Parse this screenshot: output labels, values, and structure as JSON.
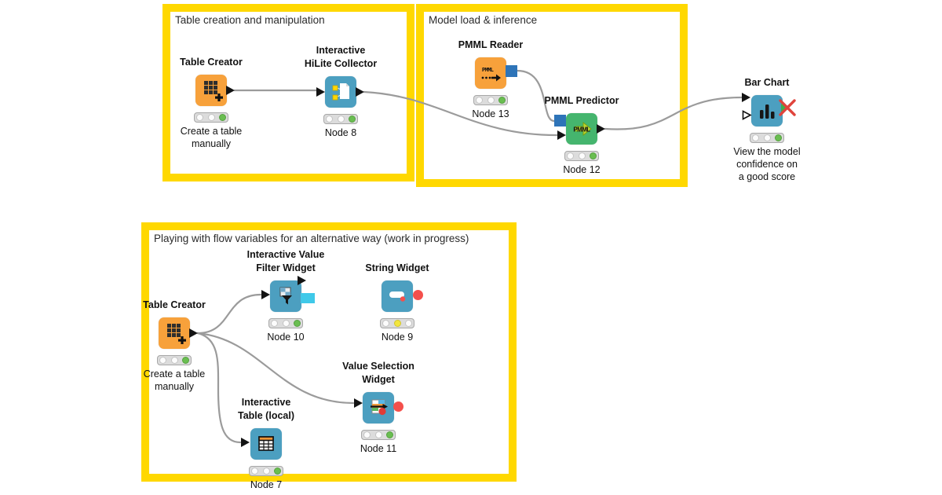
{
  "app": {
    "type": "KNIME workflow editor canvas"
  },
  "annotations": [
    {
      "title": "Table creation and manipulation",
      "border_color": "#FFD800"
    },
    {
      "title": "Model load & inference",
      "border_color": "#FFD800"
    },
    {
      "title": "Playing with flow variables for an alternative way (work in progress)",
      "border_color": "#FFD800"
    }
  ],
  "nodes": [
    {
      "name": "Table Creator",
      "annotation": "Create a table\nmanually",
      "status": "executed",
      "icon": "table-plus-icon",
      "color": "#F7A13B"
    },
    {
      "name": "Interactive\nHiLite Collector",
      "annotation": "Node 8",
      "status": "executed",
      "icon": "hilite-collector-icon",
      "color": "#4C9FC0"
    },
    {
      "name": "PMML Reader",
      "annotation": "Node 13",
      "status": "executed",
      "icon": "pmml-reader-icon",
      "color": "#F7A13B"
    },
    {
      "name": "PMML Predictor",
      "annotation": "Node 12",
      "status": "executed",
      "icon": "pmml-predictor-icon",
      "color": "#45B56E"
    },
    {
      "name": "Bar Chart",
      "annotation": "View the model\nconfidence on\na good score",
      "status": "executed",
      "icon": "bar-chart-icon",
      "color": "#4C9FC0"
    },
    {
      "name": "Table Creator",
      "annotation": "Create a table\nmanually",
      "status": "executed",
      "icon": "table-plus-icon",
      "color": "#F7A13B"
    },
    {
      "name": "Interactive Value\nFilter Widget",
      "annotation": "Node 10",
      "status": "executed",
      "icon": "value-filter-icon",
      "color": "#4C9FC0"
    },
    {
      "name": "String Widget",
      "annotation": "Node 9",
      "status": "configured",
      "icon": "string-widget-icon",
      "color": "#4C9FC0"
    },
    {
      "name": "Value Selection\nWidget",
      "annotation": "Node 11",
      "status": "executed",
      "icon": "value-selection-icon",
      "color": "#4C9FC0"
    },
    {
      "name": "Interactive\nTable (local)",
      "annotation": "Node 7",
      "status": "executed",
      "icon": "interactive-table-icon",
      "color": "#4C9FC0"
    }
  ],
  "colors": {
    "annotation_yellow": "#FFD800",
    "wire_gray": "#9B9B9B",
    "pmml_port_blue": "#2E74B8",
    "image_port_cyan": "#3FC9E9",
    "flow_var_port_red": "#F4504C",
    "status_green": "#6ABE51",
    "status_yellow": "#F2E63D",
    "inactive_cross_red": "#E0443C"
  }
}
